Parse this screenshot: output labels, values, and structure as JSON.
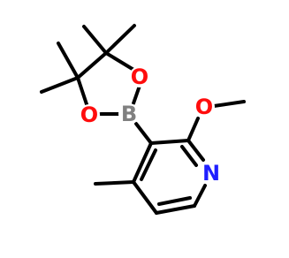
{
  "molecule": {
    "atoms": {
      "oxygen_top": {
        "symbol": "O",
        "color": "#ff0d0d"
      },
      "oxygen_left": {
        "symbol": "O",
        "color": "#ff0d0d"
      },
      "boron": {
        "symbol": "B",
        "color": "#808080"
      },
      "oxygen_methoxy": {
        "symbol": "O",
        "color": "#ff0d0d"
      },
      "nitrogen": {
        "symbol": "N",
        "color": "#1f1fff"
      }
    }
  }
}
